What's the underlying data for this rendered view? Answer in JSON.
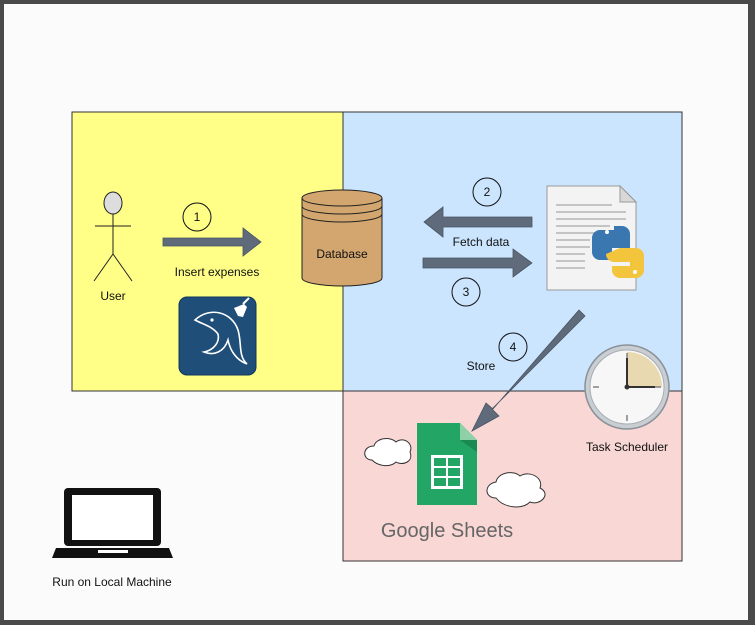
{
  "labels": {
    "user": "User",
    "insert_expenses": "Insert expenses",
    "database": "Database",
    "fetch_data": "Fetch data",
    "store": "Store",
    "task_scheduler": "Task Scheduler",
    "run_local": "Run on Local Machine",
    "google_sheets": "Google Sheets"
  },
  "steps": [
    "1",
    "2",
    "3",
    "4"
  ],
  "colors": {
    "user_zone": "#ffff88",
    "process_zone": "#cce5ff",
    "cloud_zone": "#f8d7d5",
    "arrow": "#5f6b7a",
    "database": "#d3a66f",
    "mysql_logo": "#1f4e79",
    "sheets_green": "#23a566"
  },
  "icons": [
    "person-icon",
    "mysql-logo-icon",
    "database-cylinder-icon",
    "python-script-icon",
    "clock-icon",
    "google-sheets-icon",
    "cloud-icon",
    "laptop-icon"
  ]
}
